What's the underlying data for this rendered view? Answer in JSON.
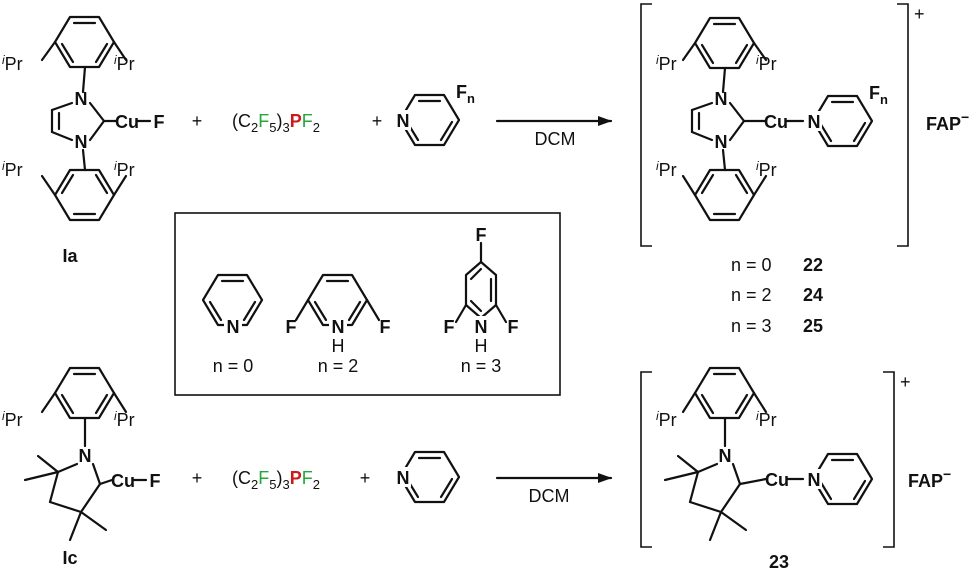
{
  "colors": {
    "copper": "#1a7fd4",
    "fluorine": "#22a83a",
    "nitrogen": "#f07f0a",
    "phosphorus": "#cc1a1a",
    "ink": "#111111"
  },
  "atoms": {
    "cu": "Cu",
    "f": "F",
    "n": "N",
    "h": "H",
    "p": "P",
    "fn_base": "F",
    "fn_sub": "n"
  },
  "substituents": {
    "ipr_prefix": "i",
    "ipr_suffix": "Pr"
  },
  "reagent": {
    "open": "(C",
    "c_sub": "2",
    "f_sub": "5",
    "close": ")",
    "paren_sub": "3",
    "f2_sub": "2"
  },
  "signs": {
    "plus": "+",
    "charge": "+"
  },
  "reaction": {
    "solvent": "DCM"
  },
  "anion": {
    "label": "FAP",
    "charge": "−"
  },
  "labels": {
    "ia": "Ia",
    "ic": "Ic",
    "p23": "23"
  },
  "n_values": [
    {
      "text": "n = 0",
      "product": "22"
    },
    {
      "text": "n = 2",
      "product": "24"
    },
    {
      "text": "n = 3",
      "product": "25"
    }
  ],
  "legend": {
    "n0": "n = 0",
    "n2": "n = 2",
    "n3": "n = 3"
  }
}
